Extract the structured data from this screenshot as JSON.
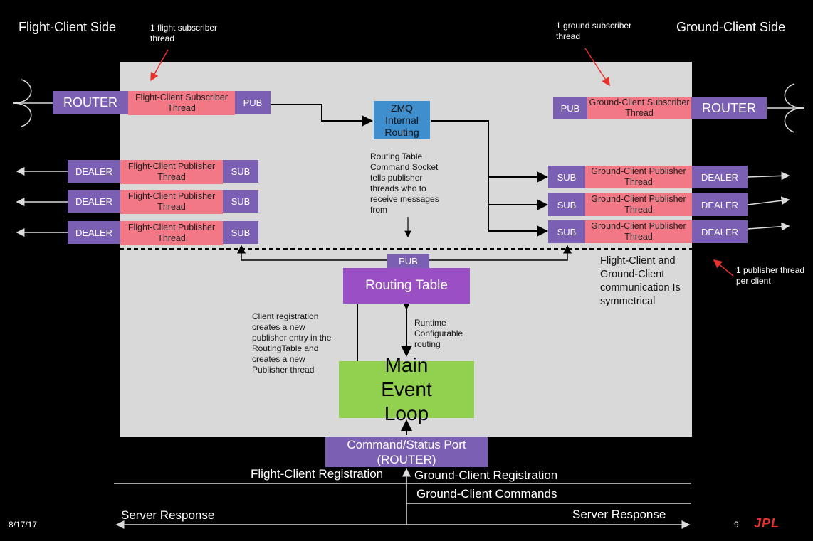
{
  "titles": {
    "flight_side": "Flight-Client Side",
    "ground_side": "Ground-Client Side"
  },
  "annotations": {
    "flight_sub_thread": "1 flight subscriber thread",
    "ground_sub_thread": "1 ground subscriber thread",
    "publisher_per_client": "1 publisher thread per client",
    "symmetry": "Flight-Client and Ground-Client communication Is symmetrical",
    "routing_cmd_socket": "Routing Table Command Socket tells publisher threads who to receive messages from",
    "client_registration": "Client registration creates a new publisher entry in the RoutingTable and creates a new Publisher thread",
    "runtime_config": "Runtime Configurable routing"
  },
  "flight": {
    "router": "ROUTER",
    "subscriber_thread": "Flight-Client Subscriber Thread",
    "pub": "PUB",
    "publishers": [
      {
        "dealer": "DEALER",
        "thread": "Flight-Client Publisher Thread",
        "sub": "SUB"
      },
      {
        "dealer": "DEALER",
        "thread": "Flight-Client Publisher Thread",
        "sub": "SUB"
      },
      {
        "dealer": "DEALER",
        "thread": "Flight-Client Publisher Thread",
        "sub": "SUB"
      }
    ]
  },
  "ground": {
    "router": "ROUTER",
    "subscriber_thread": "Ground-Client Subscriber Thread",
    "pub": "PUB",
    "publishers": [
      {
        "sub": "SUB",
        "thread": "Ground-Client Publisher Thread",
        "dealer": "DEALER"
      },
      {
        "sub": "SUB",
        "thread": "Ground-Client Publisher Thread",
        "dealer": "DEALER"
      },
      {
        "sub": "SUB",
        "thread": "Ground-Client Publisher Thread",
        "dealer": "DEALER"
      }
    ]
  },
  "zmq": "ZMQ Internal Routing",
  "routing_table": {
    "pub": "PUB",
    "label": "Routing Table"
  },
  "main_loop": "Main Event Loop",
  "command_port": "Command/Status Port (ROUTER)",
  "flows": {
    "flight_registration": "Flight-Client Registration",
    "ground_registration": "Ground-Client Registration",
    "ground_commands": "Ground-Client Commands",
    "server_response_left": "Server Response",
    "server_response_right": "Server Response"
  },
  "footer": {
    "date": "8/17/17",
    "page": "9",
    "logo": "JPL"
  },
  "colors": {
    "purple": "#7a5fb3",
    "pink": "#f27886",
    "zmq_blue": "#3f8fcf",
    "main_green": "#92d050",
    "panel": "#d9d9d9",
    "logo_red": "#e8312a"
  }
}
